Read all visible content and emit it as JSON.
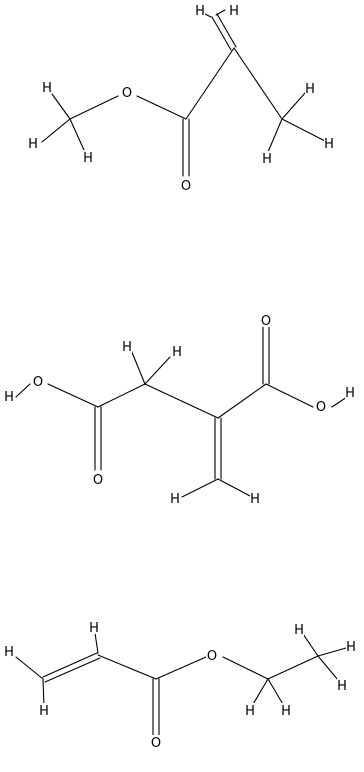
{
  "molecules": [
    {
      "name_id": "methyl-methacrylate",
      "atoms": [
        {
          "id": "H1",
          "label": "H"
        },
        {
          "id": "H2",
          "label": "H"
        },
        {
          "id": "H3",
          "label": "H"
        },
        {
          "id": "H4",
          "label": "H"
        },
        {
          "id": "H5",
          "label": "H"
        },
        {
          "id": "H6",
          "label": "H"
        },
        {
          "id": "H7",
          "label": "H"
        },
        {
          "id": "H8",
          "label": "H"
        },
        {
          "id": "O1",
          "label": "O"
        },
        {
          "id": "O2",
          "label": "O"
        }
      ]
    },
    {
      "name_id": "itaconic-acid",
      "atoms": [
        {
          "id": "O3",
          "label": "O"
        },
        {
          "id": "H9",
          "label": "H"
        },
        {
          "id": "H10",
          "label": "H"
        },
        {
          "id": "O4",
          "label": "O"
        },
        {
          "id": "O5",
          "label": "O"
        },
        {
          "id": "H11",
          "label": "H"
        },
        {
          "id": "H12",
          "label": "H"
        },
        {
          "id": "O6",
          "label": "O"
        },
        {
          "id": "H13",
          "label": "H"
        },
        {
          "id": "H14",
          "label": "H"
        }
      ]
    },
    {
      "name_id": "ethyl-acrylate",
      "atoms": [
        {
          "id": "H15",
          "label": "H"
        },
        {
          "id": "H16",
          "label": "H"
        },
        {
          "id": "H17",
          "label": "H"
        },
        {
          "id": "H18",
          "label": "H"
        },
        {
          "id": "H19",
          "label": "H"
        },
        {
          "id": "H20",
          "label": "H"
        },
        {
          "id": "H21",
          "label": "H"
        },
        {
          "id": "H22",
          "label": "H"
        },
        {
          "id": "O7",
          "label": "O"
        },
        {
          "id": "O8",
          "label": "O"
        }
      ]
    }
  ]
}
